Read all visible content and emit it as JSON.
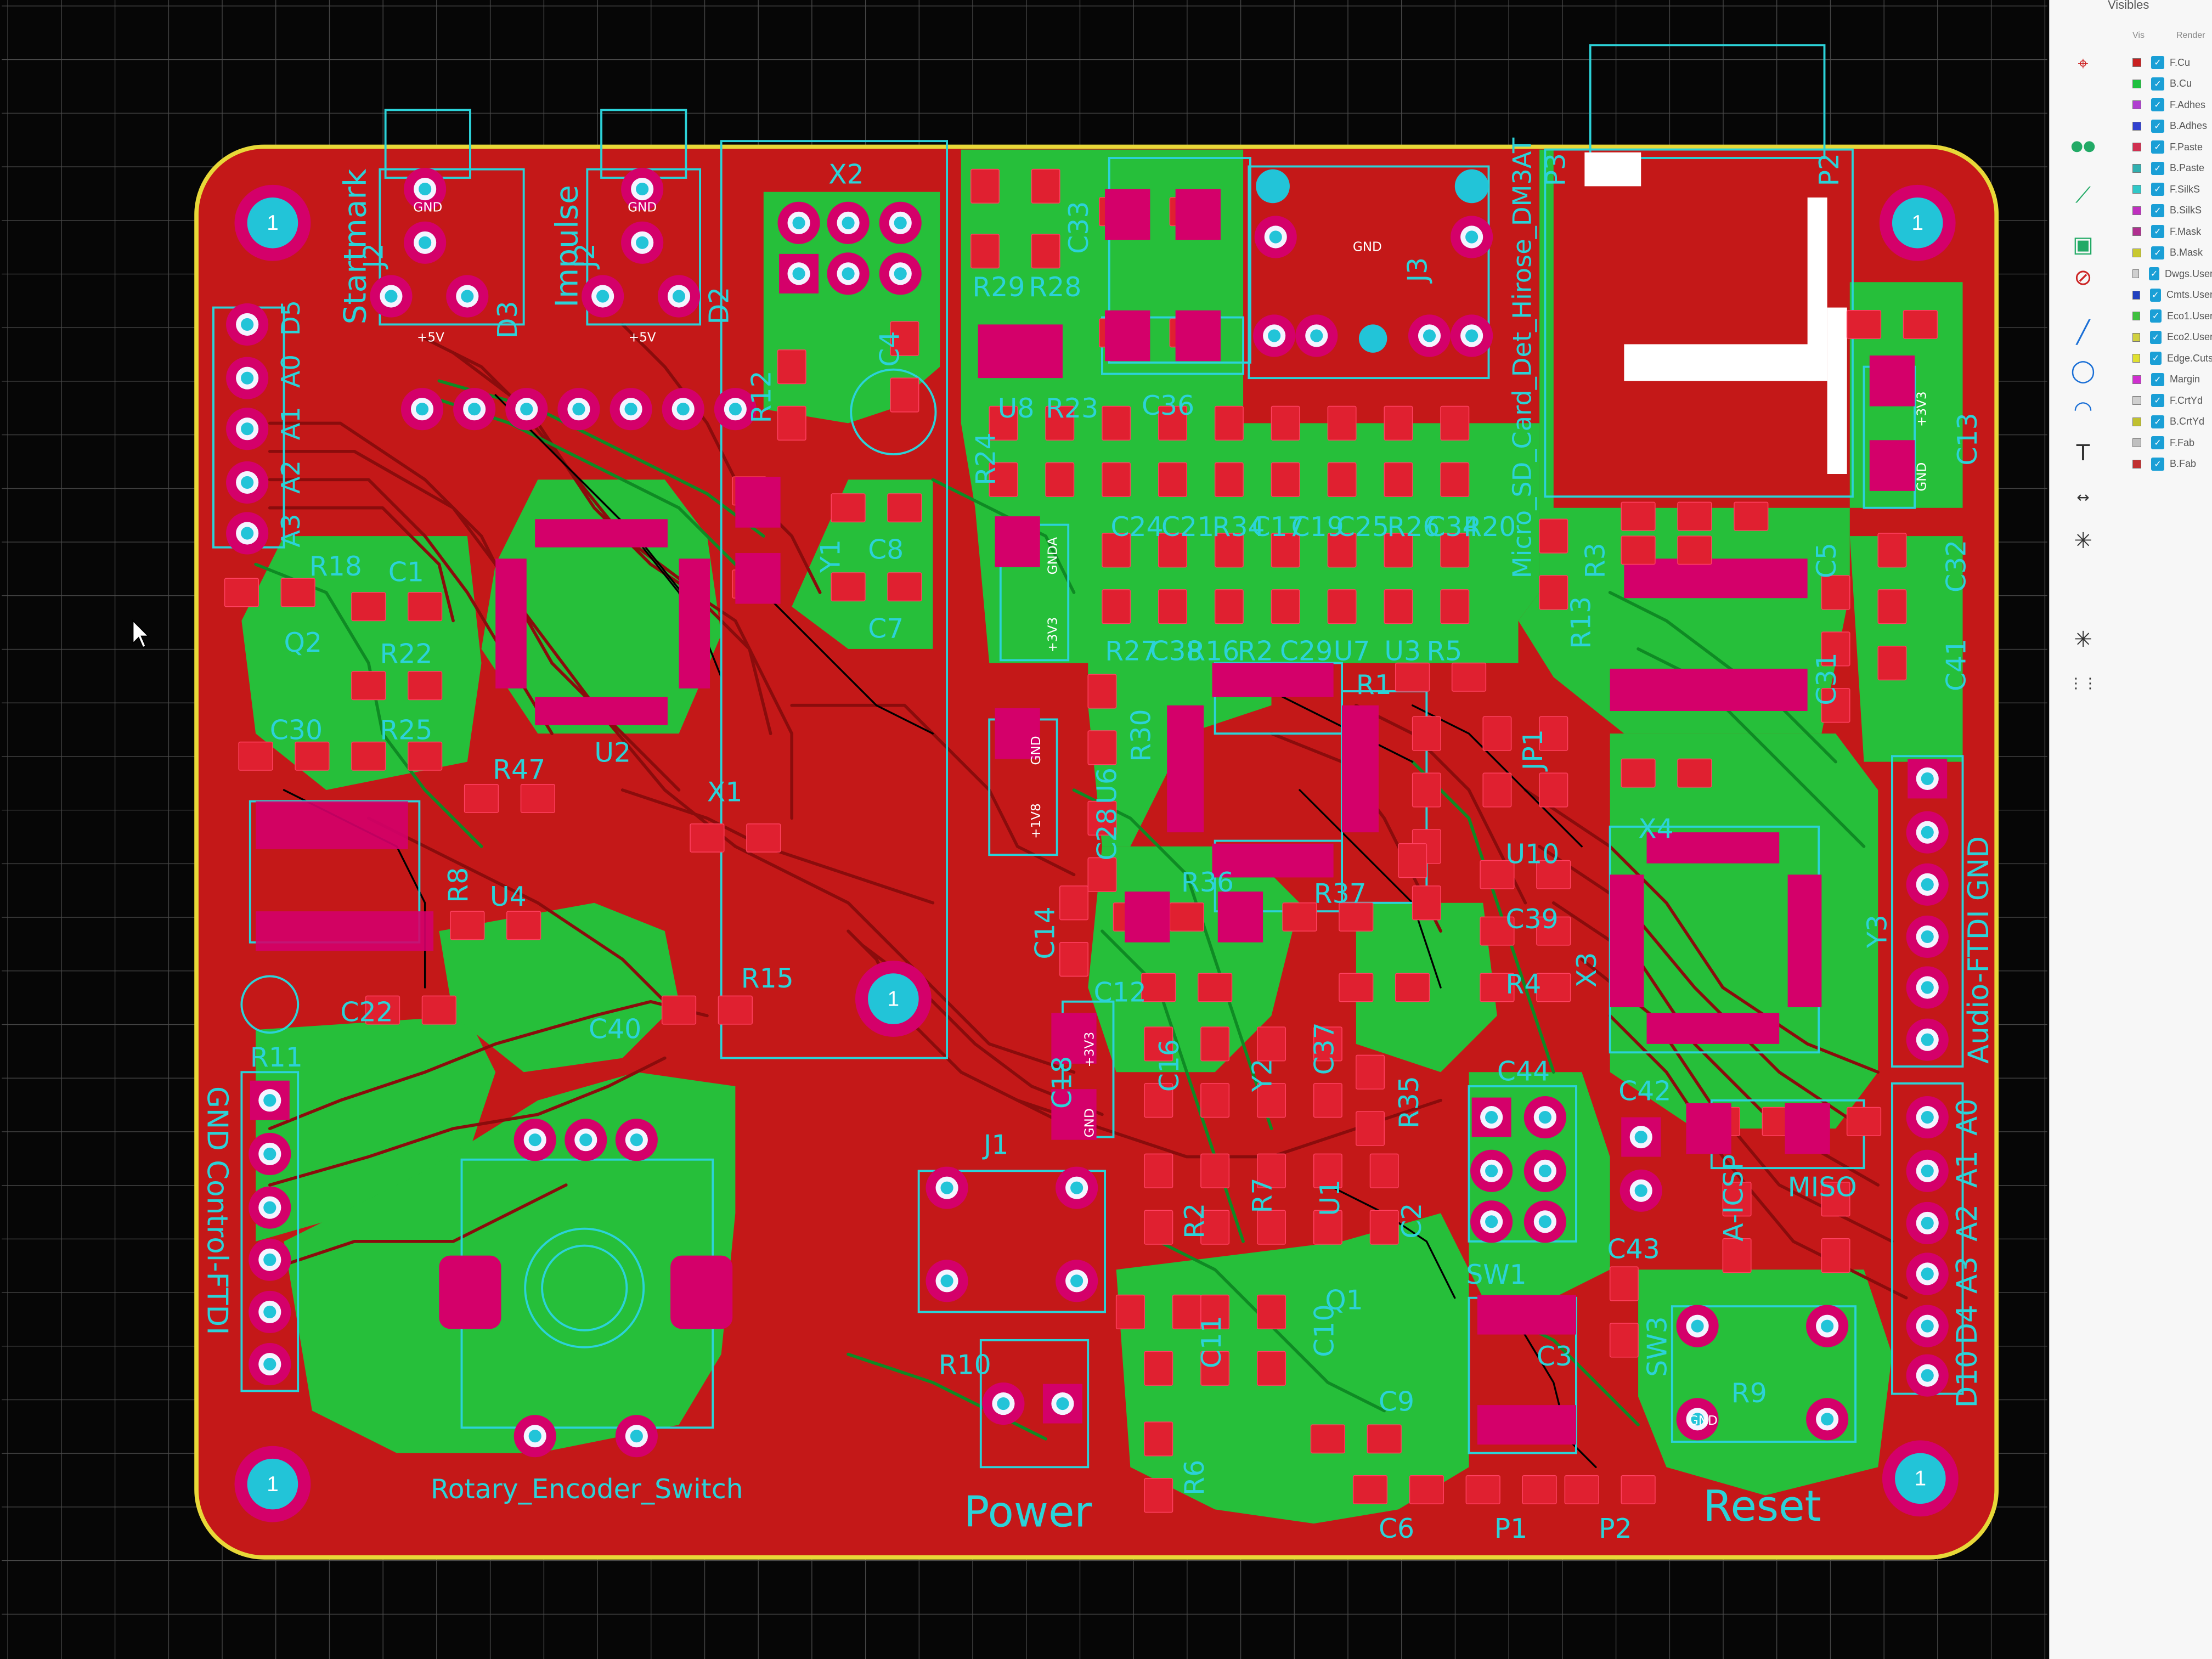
{
  "board": {
    "header_labels": [
      "Startmark",
      "Impulse"
    ],
    "sd_card_label": "Micro_SD_Card_Det_Hirose_DM3AT",
    "left_pin_labels": [
      "D5",
      "A0",
      "A1",
      "A2",
      "A3"
    ],
    "bottom_left_header_label": "GND Control-FTDI",
    "right_header_label": "Audio-FTDI GND",
    "right_pin_labels": [
      "A0",
      "A1",
      "A2",
      "A3",
      "D4",
      "D10"
    ],
    "bottom_labels": [
      "Power",
      "Reset",
      "Rotary_Encoder_Switch"
    ],
    "mount_hole_label": "1",
    "references": [
      "X2",
      "J2",
      "J2",
      "D3",
      "D2",
      "R12",
      "C4",
      "C33",
      "R29",
      "R28",
      "U8",
      "R23",
      "C36",
      "R24",
      "J3",
      "P3",
      "P2",
      "C13",
      "R18",
      "C1",
      "Q2",
      "R22",
      "C30",
      "R25",
      "R47",
      "U2",
      "Y1",
      "C8",
      "C7",
      "C24",
      "C21",
      "R34",
      "C17",
      "C19",
      "C25",
      "R26",
      "C34",
      "R20",
      "R27",
      "C38",
      "R16",
      "R2",
      "C29",
      "U7",
      "U3",
      "R5",
      "R1",
      "R13",
      "R3",
      "C5",
      "C32",
      "C41",
      "C31",
      "R30",
      "U6",
      "C28",
      "X1",
      "R8",
      "U4",
      "R11",
      "C22",
      "C40",
      "R15",
      "C14",
      "C18",
      "C12",
      "C16",
      "Y2",
      "C37",
      "R35",
      "R36",
      "R37",
      "U10",
      "C39",
      "R4",
      "X3",
      "X4",
      "JP1",
      "Y3",
      "C44",
      "C42",
      "MISO",
      "A-ICSP",
      "C43",
      "SW1",
      "SW3",
      "J1",
      "R9",
      "R10",
      "R6",
      "R2",
      "C10",
      "C11",
      "R7",
      "U1",
      "C2",
      "Q1",
      "C9",
      "C3",
      "C6",
      "P1",
      "P2"
    ],
    "pad_net_labels": [
      "GND",
      "GND",
      "+5V",
      "+5V",
      "GNDA",
      "+3V3",
      "GND",
      "+1V8",
      "+3V3",
      "GND",
      "GND",
      "+3V3",
      "GND",
      "GND"
    ]
  },
  "layers_panel": {
    "title": "Visibles",
    "columns": [
      "Vis",
      "Render"
    ],
    "layers": [
      {
        "name": "F.Cu",
        "color": "#c82020"
      },
      {
        "name": "B.Cu",
        "color": "#20c040"
      },
      {
        "name": "F.Adhes",
        "color": "#b040d0"
      },
      {
        "name": "B.Adhes",
        "color": "#3040d0"
      },
      {
        "name": "F.Paste",
        "color": "#d03050"
      },
      {
        "name": "B.Paste",
        "color": "#30b0b0"
      },
      {
        "name": "F.SilkS",
        "color": "#30c8c8"
      },
      {
        "name": "B.SilkS",
        "color": "#c030c0"
      },
      {
        "name": "F.Mask",
        "color": "#b03090"
      },
      {
        "name": "B.Mask",
        "color": "#c8c830"
      },
      {
        "name": "Dwgs.User",
        "color": "#d0d0d0"
      },
      {
        "name": "Cmts.User",
        "color": "#2040c0"
      },
      {
        "name": "Eco1.User",
        "color": "#40c040"
      },
      {
        "name": "Eco2.User",
        "color": "#d0d040"
      },
      {
        "name": "Edge.Cuts",
        "color": "#e0e030"
      },
      {
        "name": "Margin",
        "color": "#d030d0"
      },
      {
        "name": "F.CrtYd",
        "color": "#d0d0d0"
      },
      {
        "name": "B.CrtYd",
        "color": "#c0c030"
      },
      {
        "name": "F.Fab",
        "color": "#c0c0c0"
      },
      {
        "name": "B.Fab",
        "color": "#c03030"
      }
    ]
  },
  "colors": {
    "front_copper": "#c41818",
    "back_copper": "#1ec83c",
    "silkscreen": "#2cd2d8",
    "pad_mask": "#d4006a",
    "edge": "#e8d838"
  }
}
